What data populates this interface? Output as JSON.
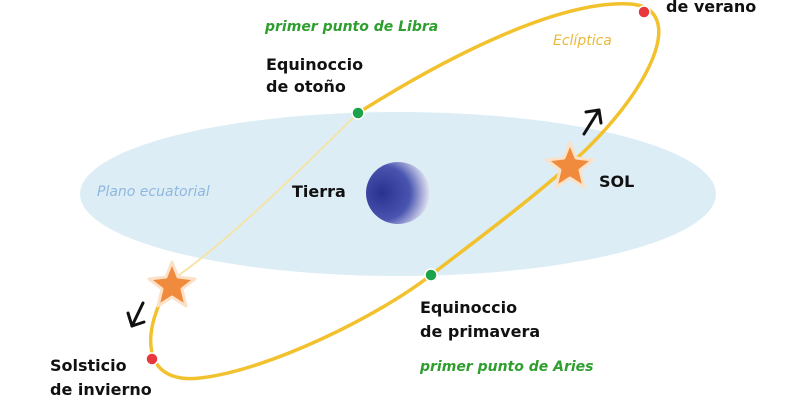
{
  "labels": {
    "summer_solstice": "de verano",
    "libra": "primer punto de Libra",
    "ecliptic": "Eclíptica",
    "autumn_equinox_1": "Equinoccio",
    "autumn_equinox_2": "de otoño",
    "equatorial_plane": "Plano ecuatorial",
    "earth": "Tierra",
    "sun": "SOL",
    "spring_equinox_1": "Equinoccio",
    "spring_equinox_2": "de primavera",
    "winter_solstice_1": "Solsticio",
    "winter_solstice_2": "de invierno",
    "aries": "primer punto de Aries"
  },
  "colors": {
    "ecliptic": "#f2c22e",
    "equatorial_plane": "#dcedf5",
    "earth": "#2d3590",
    "equinox_point": "#1aa34a",
    "solstice_point": "#e8383d",
    "sun_star": "#f08a3c"
  }
}
